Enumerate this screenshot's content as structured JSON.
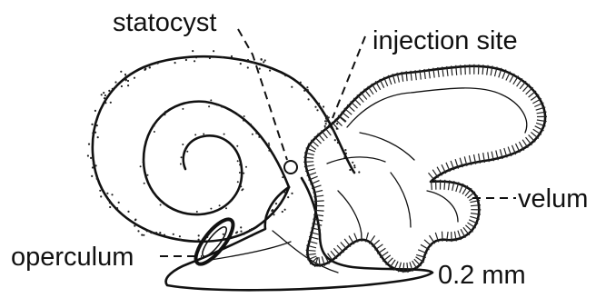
{
  "labels": {
    "statocyst": "statocyst",
    "injection_site": "injection site",
    "velum": "velum",
    "operculum": "operculum",
    "scale": "0.2 mm"
  },
  "colors": {
    "ink": "#111111",
    "background": "#ffffff"
  }
}
